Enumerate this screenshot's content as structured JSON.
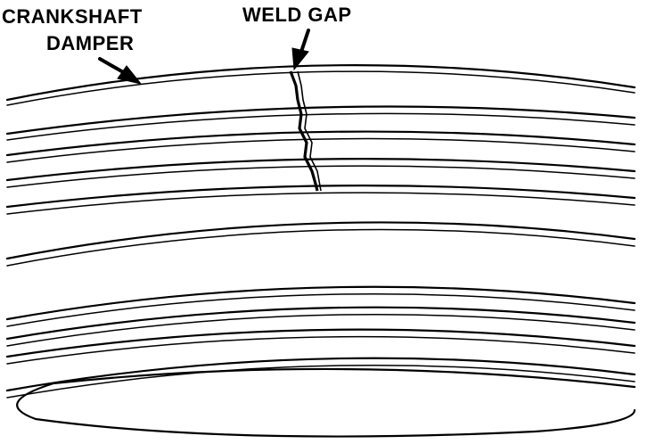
{
  "labels": {
    "damper_line1": "CRANKSHAFT",
    "damper_line2": "DAMPER",
    "weld_gap": "WELD GAP"
  },
  "colors": {
    "ink": "#000000",
    "paper": "#ffffff"
  }
}
